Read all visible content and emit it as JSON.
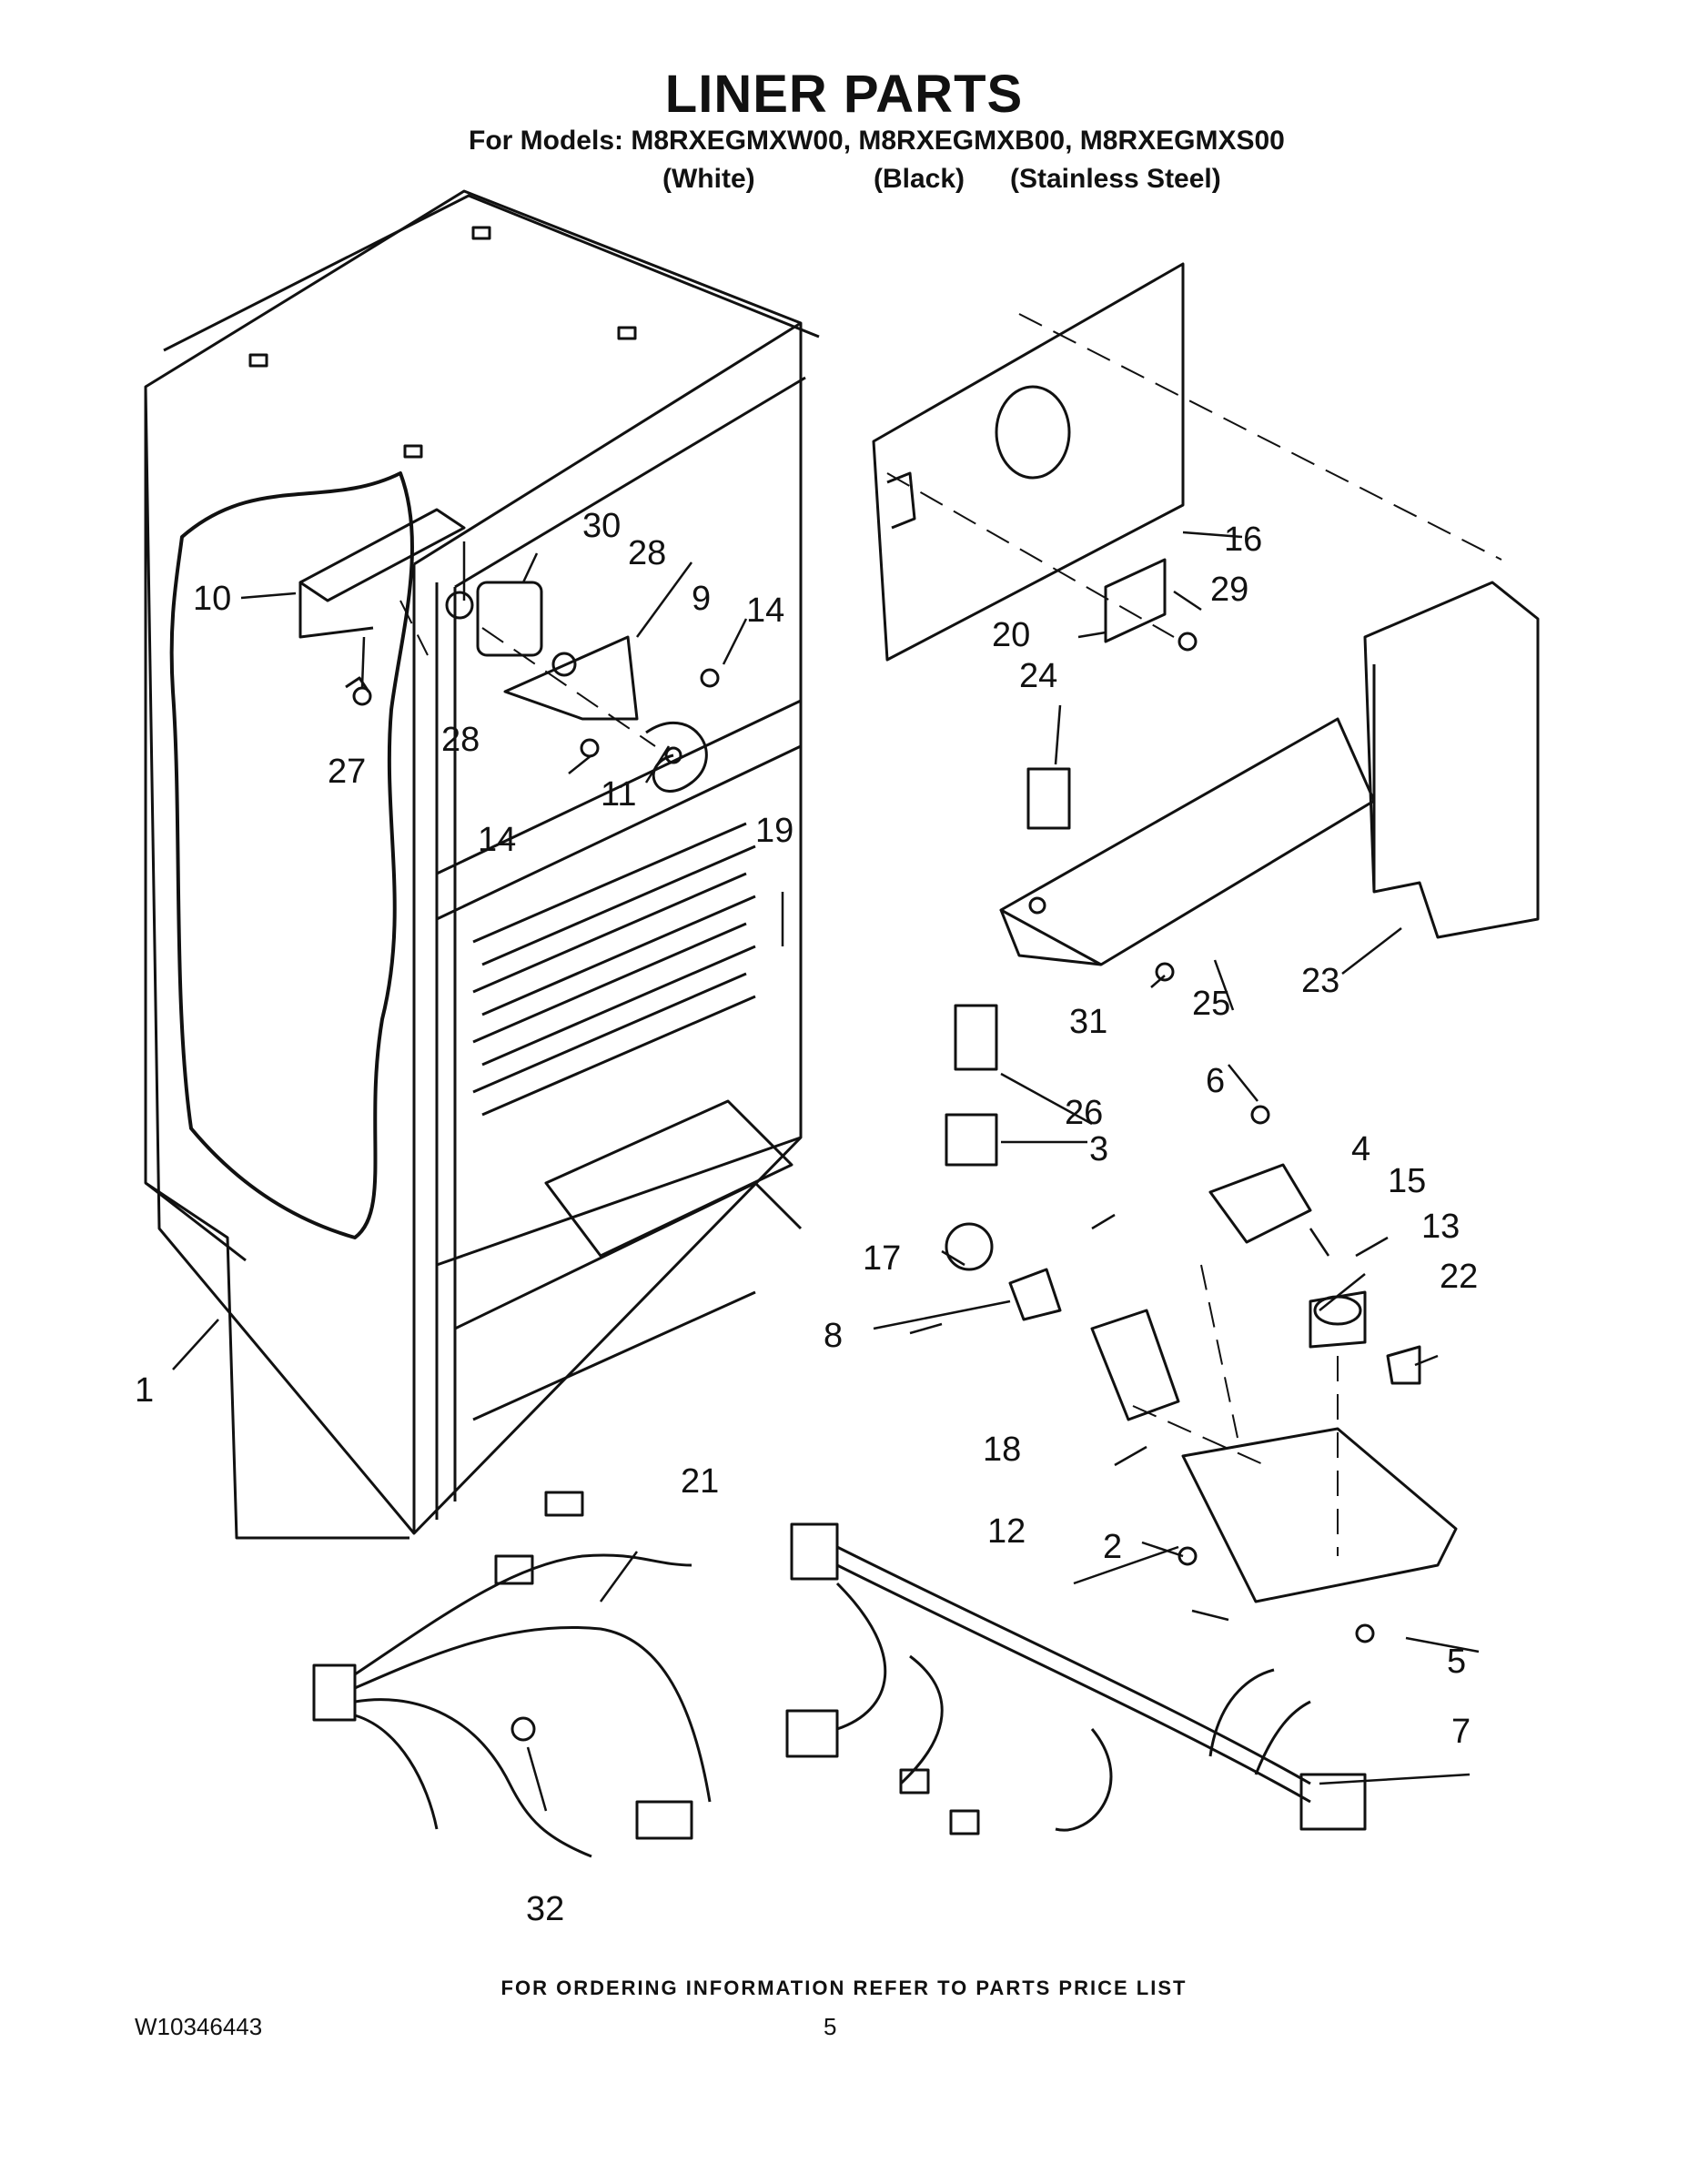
{
  "header": {
    "title": "LINER PARTS",
    "models_line": "For Models: M8RXEGMXW00, M8RXEGMXB00, M8RXEGMXS00",
    "variants": [
      "(White)",
      "(Black)",
      "(Stainless Steel)"
    ]
  },
  "callouts": {
    "c1": "1",
    "c2": "2",
    "c3": "3",
    "c4": "4",
    "c5": "5",
    "c6": "6",
    "c7": "7",
    "c8": "8",
    "c9": "9",
    "c10": "10",
    "c11": "11",
    "c12": "12",
    "c13": "13",
    "c14a": "14",
    "c14b": "14",
    "c15": "15",
    "c16": "16",
    "c17": "17",
    "c18": "18",
    "c19": "19",
    "c20": "20",
    "c21": "21",
    "c22": "22",
    "c23": "23",
    "c24": "24",
    "c25": "25",
    "c26": "26",
    "c27": "27",
    "c28a": "28",
    "c28b": "28",
    "c29": "29",
    "c30": "30",
    "c31": "31",
    "c32": "32"
  },
  "footer": {
    "ordering_note": "FOR ORDERING INFORMATION REFER TO PARTS PRICE LIST",
    "doc_number": "W10346443",
    "page_number": "5"
  }
}
